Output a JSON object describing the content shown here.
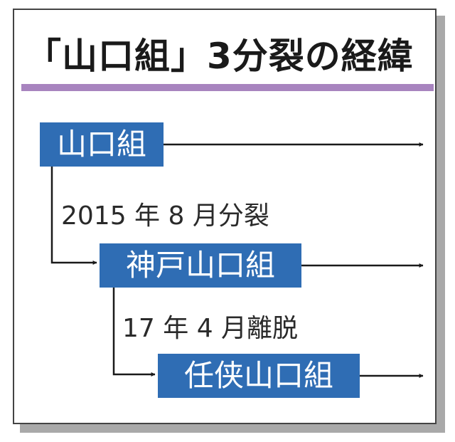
{
  "title": "「山口組」3分裂の経緯",
  "colors": {
    "accent_rule": "#a884bf",
    "box_fill": "#2f6db4",
    "line": "#1a1a1a"
  },
  "orgs": [
    {
      "label": "山口組"
    },
    {
      "label": "神戸山口組"
    },
    {
      "label": "任侠山口組"
    }
  ],
  "events": [
    {
      "label": "2015 年 8 月分裂"
    },
    {
      "label": "17 年 4 月離脱"
    }
  ]
}
